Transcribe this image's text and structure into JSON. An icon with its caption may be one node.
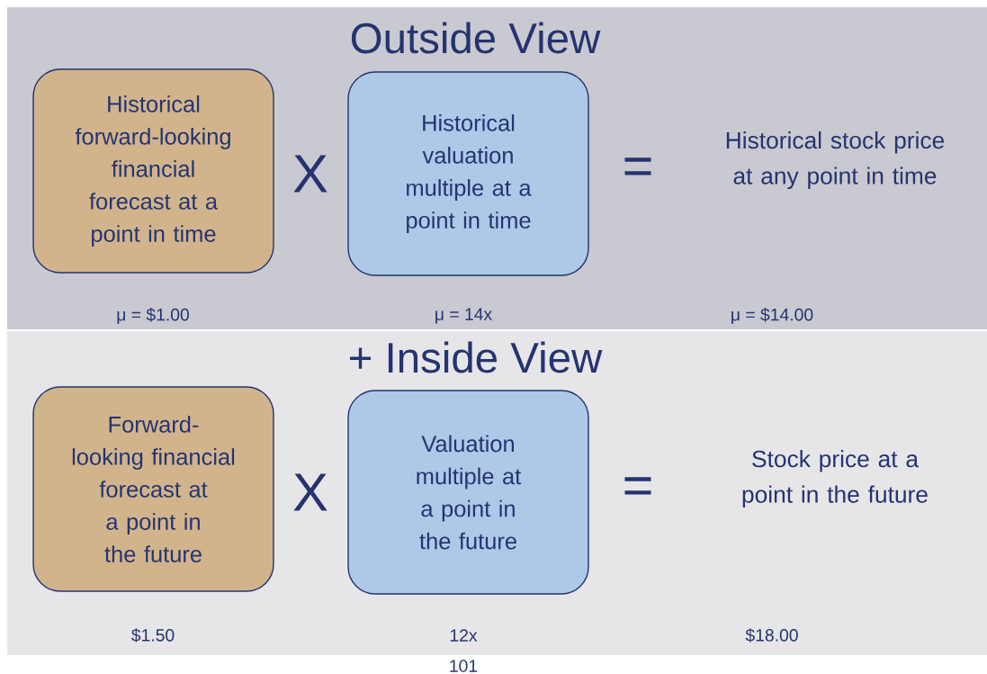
{
  "diagram": {
    "nodes": [
      {
        "text": [
          "Outside View"
        ]
      },
      {
        "text": [
          "Historical forward-looking financial forecast at a point in time"
        ],
        "in": 0
      },
      {
        "text": [
          "Historical valuation multiple at a point in time"
        ],
        "in": 0
      },
      {
        "text": [
          "+ Inside View"
        ]
      },
      {
        "text": [
          "Forward-looking financial forecast at a point in the future"
        ],
        "in": 3
      },
      {
        "text": [
          "Valuation multiple at a point in the future"
        ],
        "in": 3
      }
    ],
    "edges": [],
    "labels": [
      "X",
      "=",
      "Historical stock price at any point in time",
      "μ = $1.00",
      "μ = 14x",
      "μ = $14.00",
      "X",
      "=",
      "Stock price at a point in the future",
      "$1.50",
      "12x",
      "$18.00",
      "101"
    ]
  }
}
